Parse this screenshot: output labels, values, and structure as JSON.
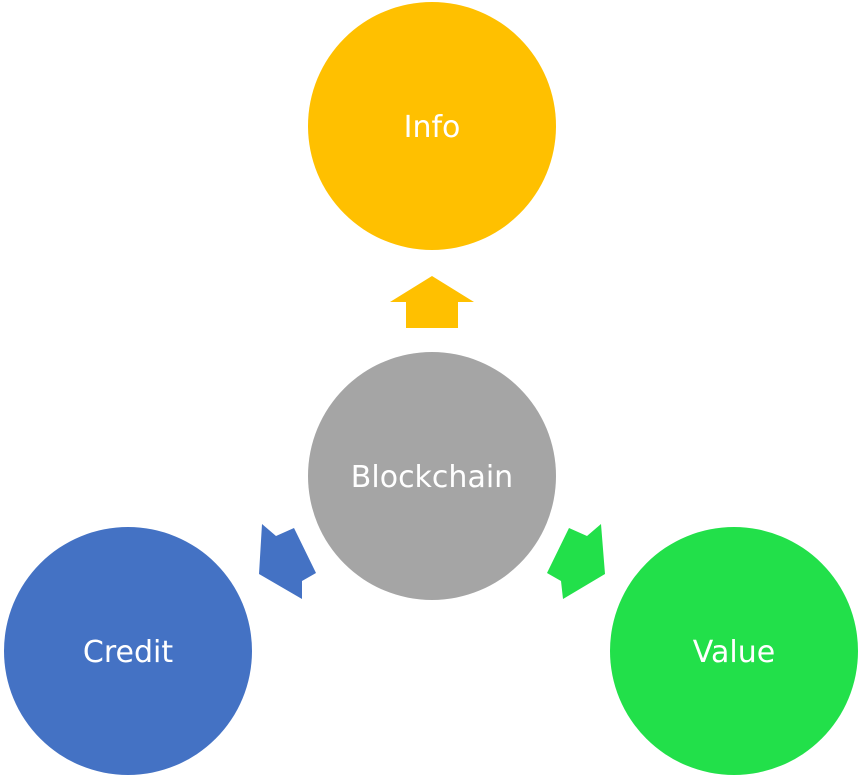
{
  "diagram": {
    "center": {
      "label": "Blockchain",
      "color": "#a5a5a5"
    },
    "nodes": [
      {
        "label": "Info",
        "color": "#ffc000"
      },
      {
        "label": "Credit",
        "color": "#4472c4"
      },
      {
        "label": "Value",
        "color": "#22e04a"
      }
    ]
  }
}
